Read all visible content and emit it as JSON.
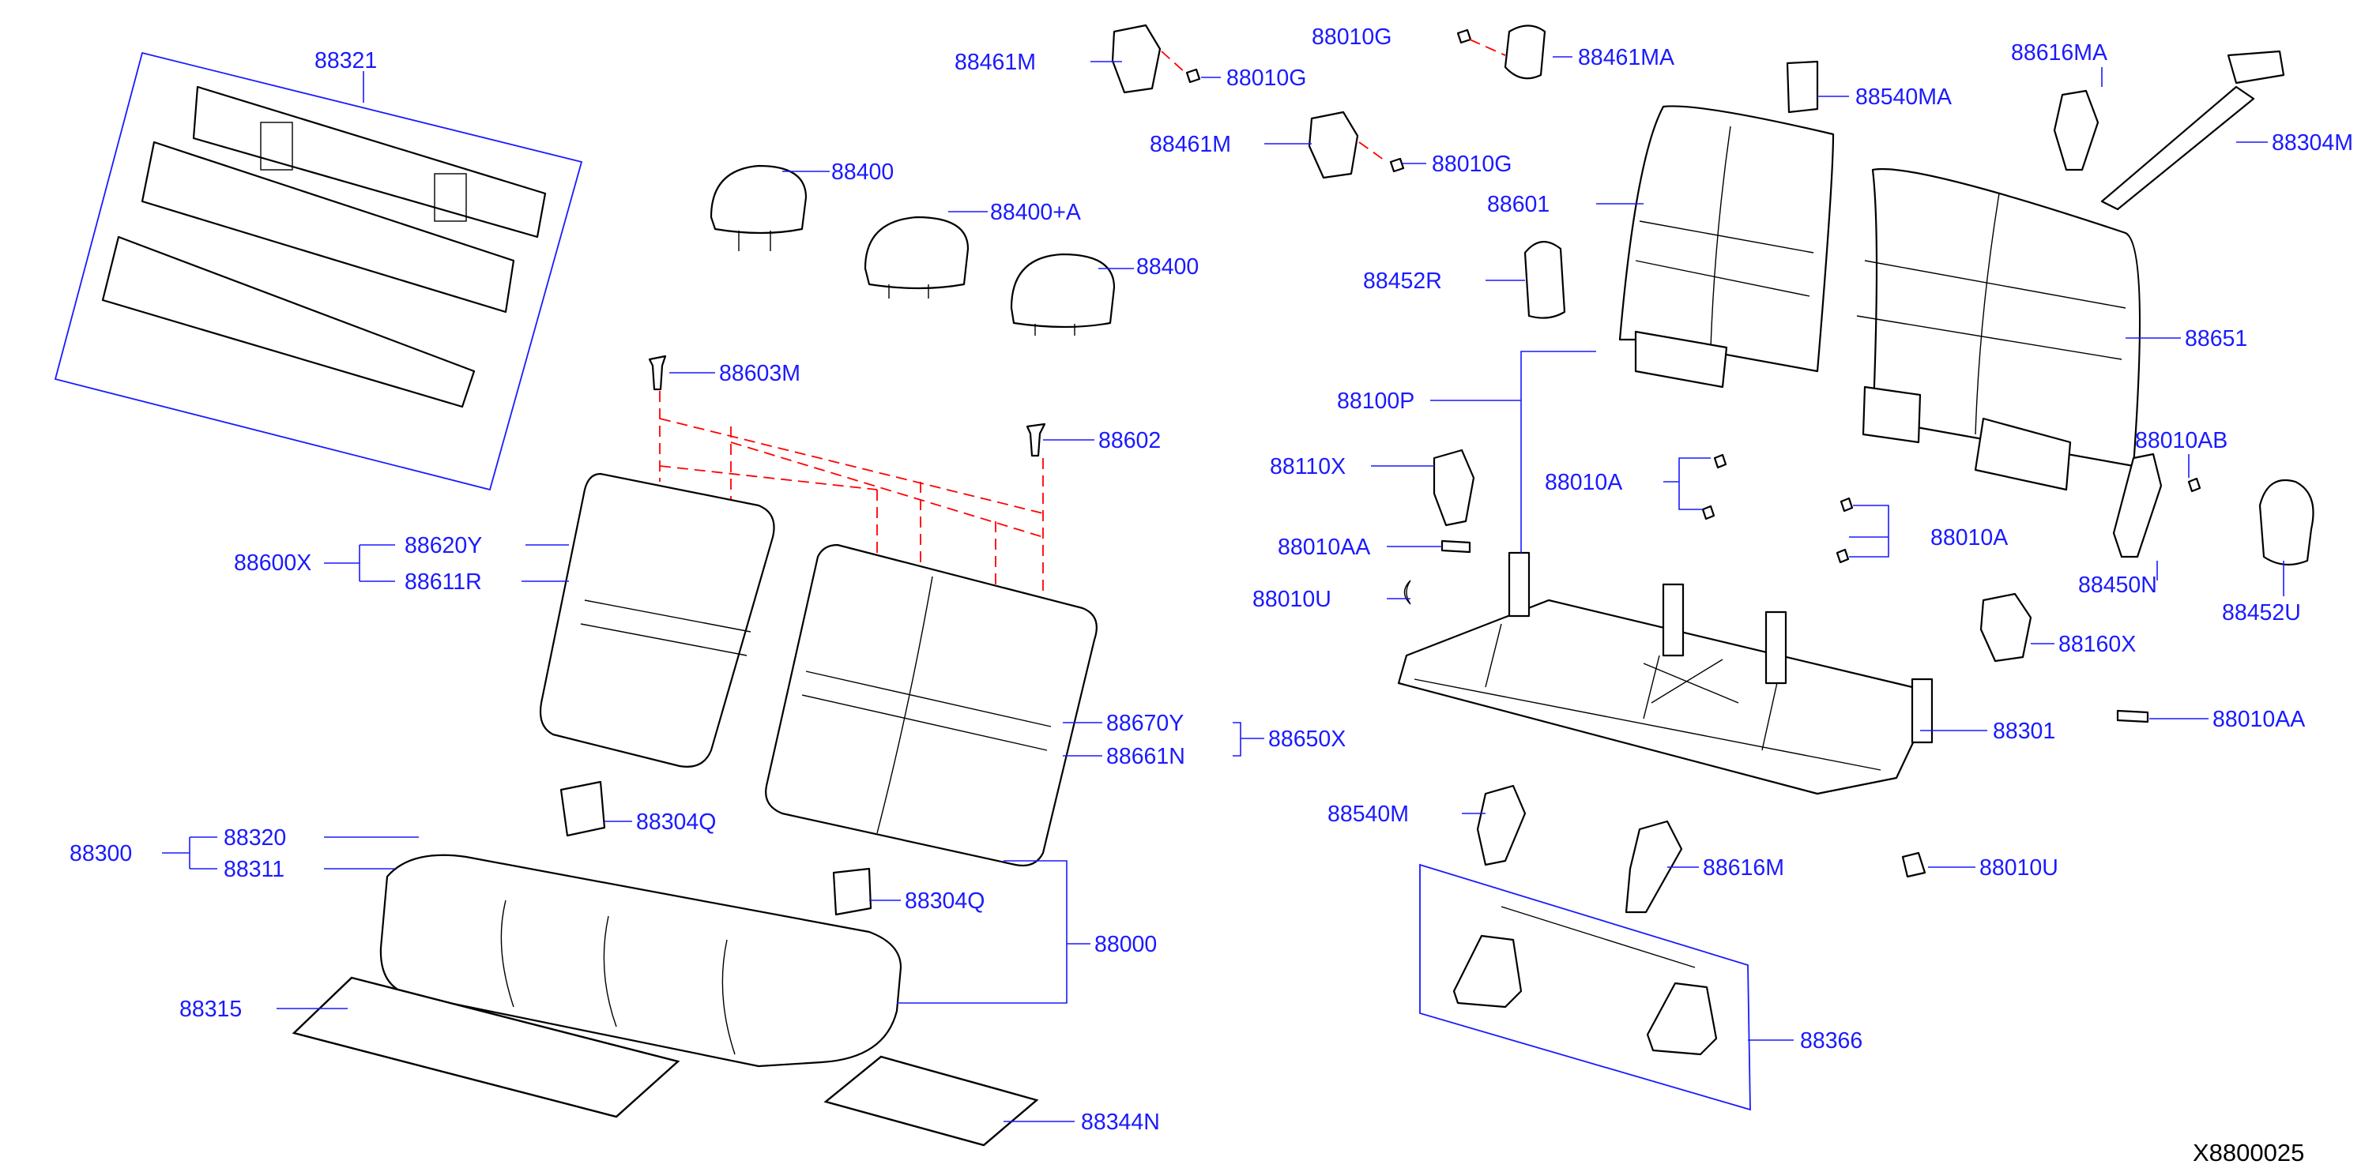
{
  "diagram": {
    "labels": {
      "p88321": "88321",
      "p88400a": "88400",
      "p88400plusA": "88400+A",
      "p88400b": "88400",
      "p88603M": "88603M",
      "p88602": "88602",
      "p88600X": "88600X",
      "p88620Y": "88620Y",
      "p88611R": "88611R",
      "p88670Y": "88670Y",
      "p88661N": "88661N",
      "p88650X": "88650X",
      "p88304Qa": "88304Q",
      "p88304Qb": "88304Q",
      "p88300": "88300",
      "p88320": "88320",
      "p88311": "88311",
      "p88315": "88315",
      "p88000": "88000",
      "p88344N": "88344N",
      "p88461Ma": "88461M",
      "p88010Ga": "88010G",
      "p88010Gb": "88010G",
      "p88461MA": "88461MA",
      "p88461Mb": "88461M",
      "p88010Gc": "88010G",
      "p88540MA": "88540MA",
      "p88616MA": "88616MA",
      "p88304M": "88304M",
      "p88601": "88601",
      "p88452R": "88452R",
      "p88651": "88651",
      "p88100P": "88100P",
      "p88110X": "88110X",
      "p88010Aa": "88010A",
      "p88010AB": "88010AB",
      "p88010AAa": "88010AA",
      "p88010Ab": "88010A",
      "p88010Ua": "88010U",
      "p88450N": "88450N",
      "p88452U": "88452U",
      "p88160X": "88160X",
      "p88010AAb": "88010AA",
      "p88301": "88301",
      "p88540M": "88540M",
      "p88616M": "88616M",
      "p88010Ub": "88010U",
      "p88366": "88366"
    },
    "reference_code": "X8800025",
    "colors": {
      "label": "#1a1aff",
      "dashed_guide": "#ff0000",
      "outline": "#000000",
      "background": "#ffffff"
    }
  }
}
